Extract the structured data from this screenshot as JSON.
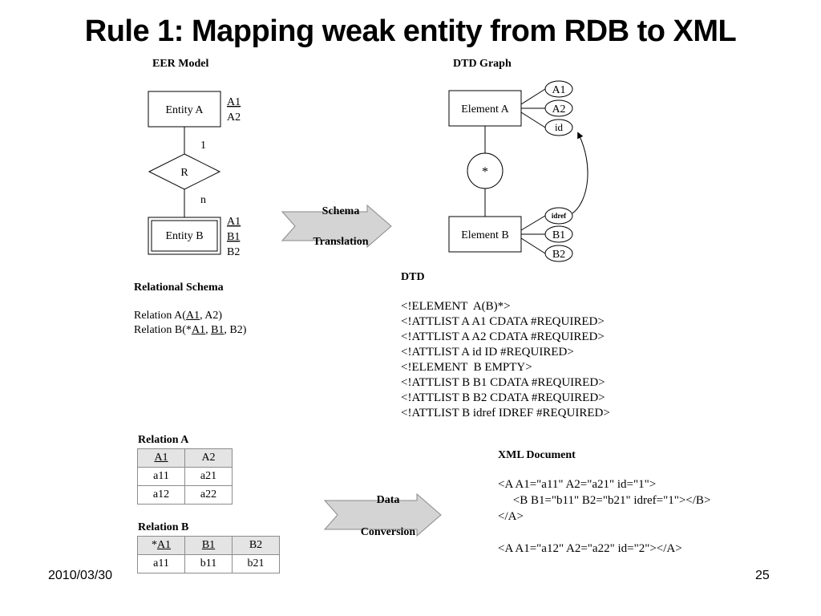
{
  "title": "Rule 1: Mapping weak entity from RDB to XML",
  "eer": {
    "heading": "EER Model",
    "entity_a": "Entity A",
    "entity_a_attrs": [
      "A1",
      "A2"
    ],
    "card_top": "1",
    "relationship": "R",
    "card_bottom": "n",
    "entity_b": "Entity B",
    "entity_b_attrs": [
      "A1",
      "B1",
      "B2"
    ]
  },
  "dtd_graph": {
    "heading": "DTD Graph",
    "element_a": "Element A",
    "element_a_attrs": [
      "A1",
      "A2",
      "id"
    ],
    "star": "*",
    "element_b": "Element B",
    "element_b_attrs": [
      "idref",
      "B1",
      "B2"
    ]
  },
  "schema_arrow": {
    "top": "Schema",
    "bottom": "Translation"
  },
  "relational_schema": {
    "heading": "Relational Schema",
    "relation_a_prefix": "Relation A(",
    "relation_a_key": "A1",
    "relation_a_suffix": ", A2)",
    "relation_b_prefix": "Relation B(*",
    "relation_b_key1": "A1",
    "relation_b_sep": ", ",
    "relation_b_key2": "B1",
    "relation_b_suffix": ", B2)"
  },
  "dtd": {
    "heading": "DTD",
    "lines": [
      "<!ELEMENT  A(B)*>",
      "<!ATTLIST A A1 CDATA #REQUIRED>",
      "<!ATTLIST A A2 CDATA #REQUIRED>",
      "<!ATTLIST A id ID #REQUIRED>",
      "<!ELEMENT  B EMPTY>",
      "<!ATTLIST B B1 CDATA #REQUIRED>",
      "<!ATTLIST B B2 CDATA #REQUIRED>",
      "<!ATTLIST B idref IDREF #REQUIRED>"
    ]
  },
  "relation_a_table": {
    "caption": "Relation A",
    "headers": [
      "A1",
      "A2"
    ],
    "rows": [
      [
        "a11",
        "a21"
      ],
      [
        "a12",
        "a22"
      ]
    ]
  },
  "relation_b_table": {
    "caption": "Relation B",
    "header_star": "*",
    "headers": [
      "A1",
      "B1",
      "B2"
    ],
    "rows": [
      [
        "a11",
        "b11",
        "b21"
      ]
    ]
  },
  "data_arrow": {
    "top": "Data",
    "bottom": "Conversion"
  },
  "xml_document": {
    "heading": "XML Document",
    "lines": [
      "<A A1=\"a11\" A2=\"a21\" id=\"1\">",
      "     <B B1=\"b11\" B2=\"b21\" idref=\"1\"></B>",
      "</A>",
      "",
      "<A A1=\"a12\" A2=\"a22\" id=\"2\"></A>"
    ]
  },
  "footer": {
    "date": "2010/03/30",
    "page": "25"
  },
  "colors": {
    "arrow_fill": "#d4d4d4",
    "arrow_stroke": "#8a8a8a",
    "table_header": "#e4e4e4"
  }
}
